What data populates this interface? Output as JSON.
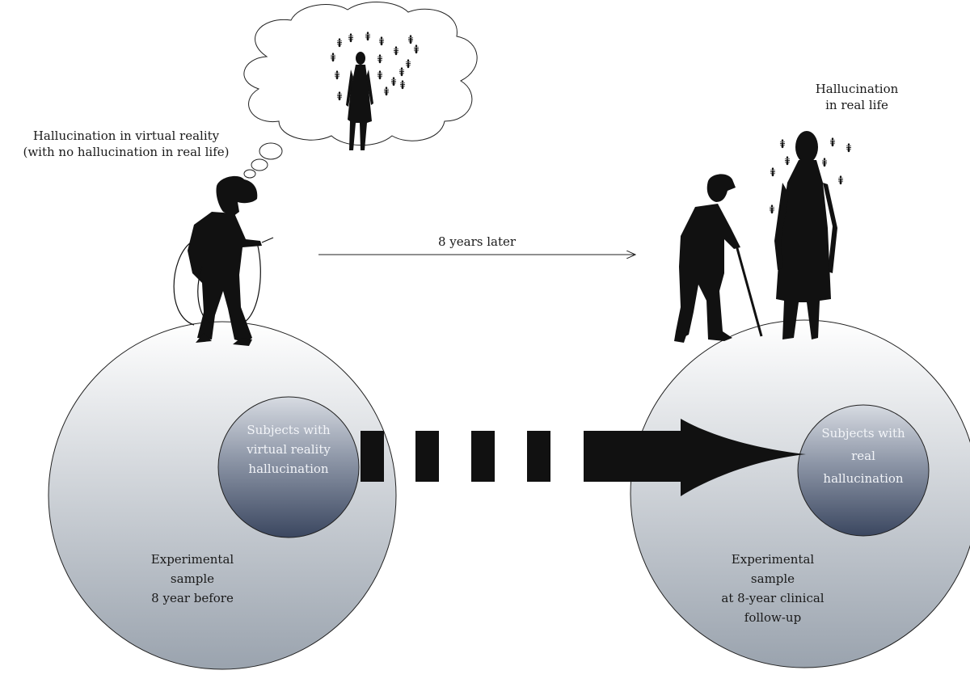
{
  "labels": {
    "vr_hallucination": "Hallucination in virtual reality\n(with no hallucination in real life)",
    "real_hallucination": "Hallucination\nin real life",
    "time_arrow": "8 years later",
    "left_inner": "Subjects with\nvirtual reality\nhallucination",
    "left_outer": "Experimental\nsample\n8 year before",
    "right_inner": "Subjects with\nreal\nhallucination",
    "right_outer": "Experimental\nsample\nat 8-year clinical\nfollow-up"
  },
  "colors": {
    "silhouette": "#111111",
    "sphere_light": "#ffffff",
    "sphere_dark": "#9aa3ae",
    "inner_light": "#d7dbe2",
    "inner_dark": "#3b4760",
    "arrow": "#111111"
  }
}
